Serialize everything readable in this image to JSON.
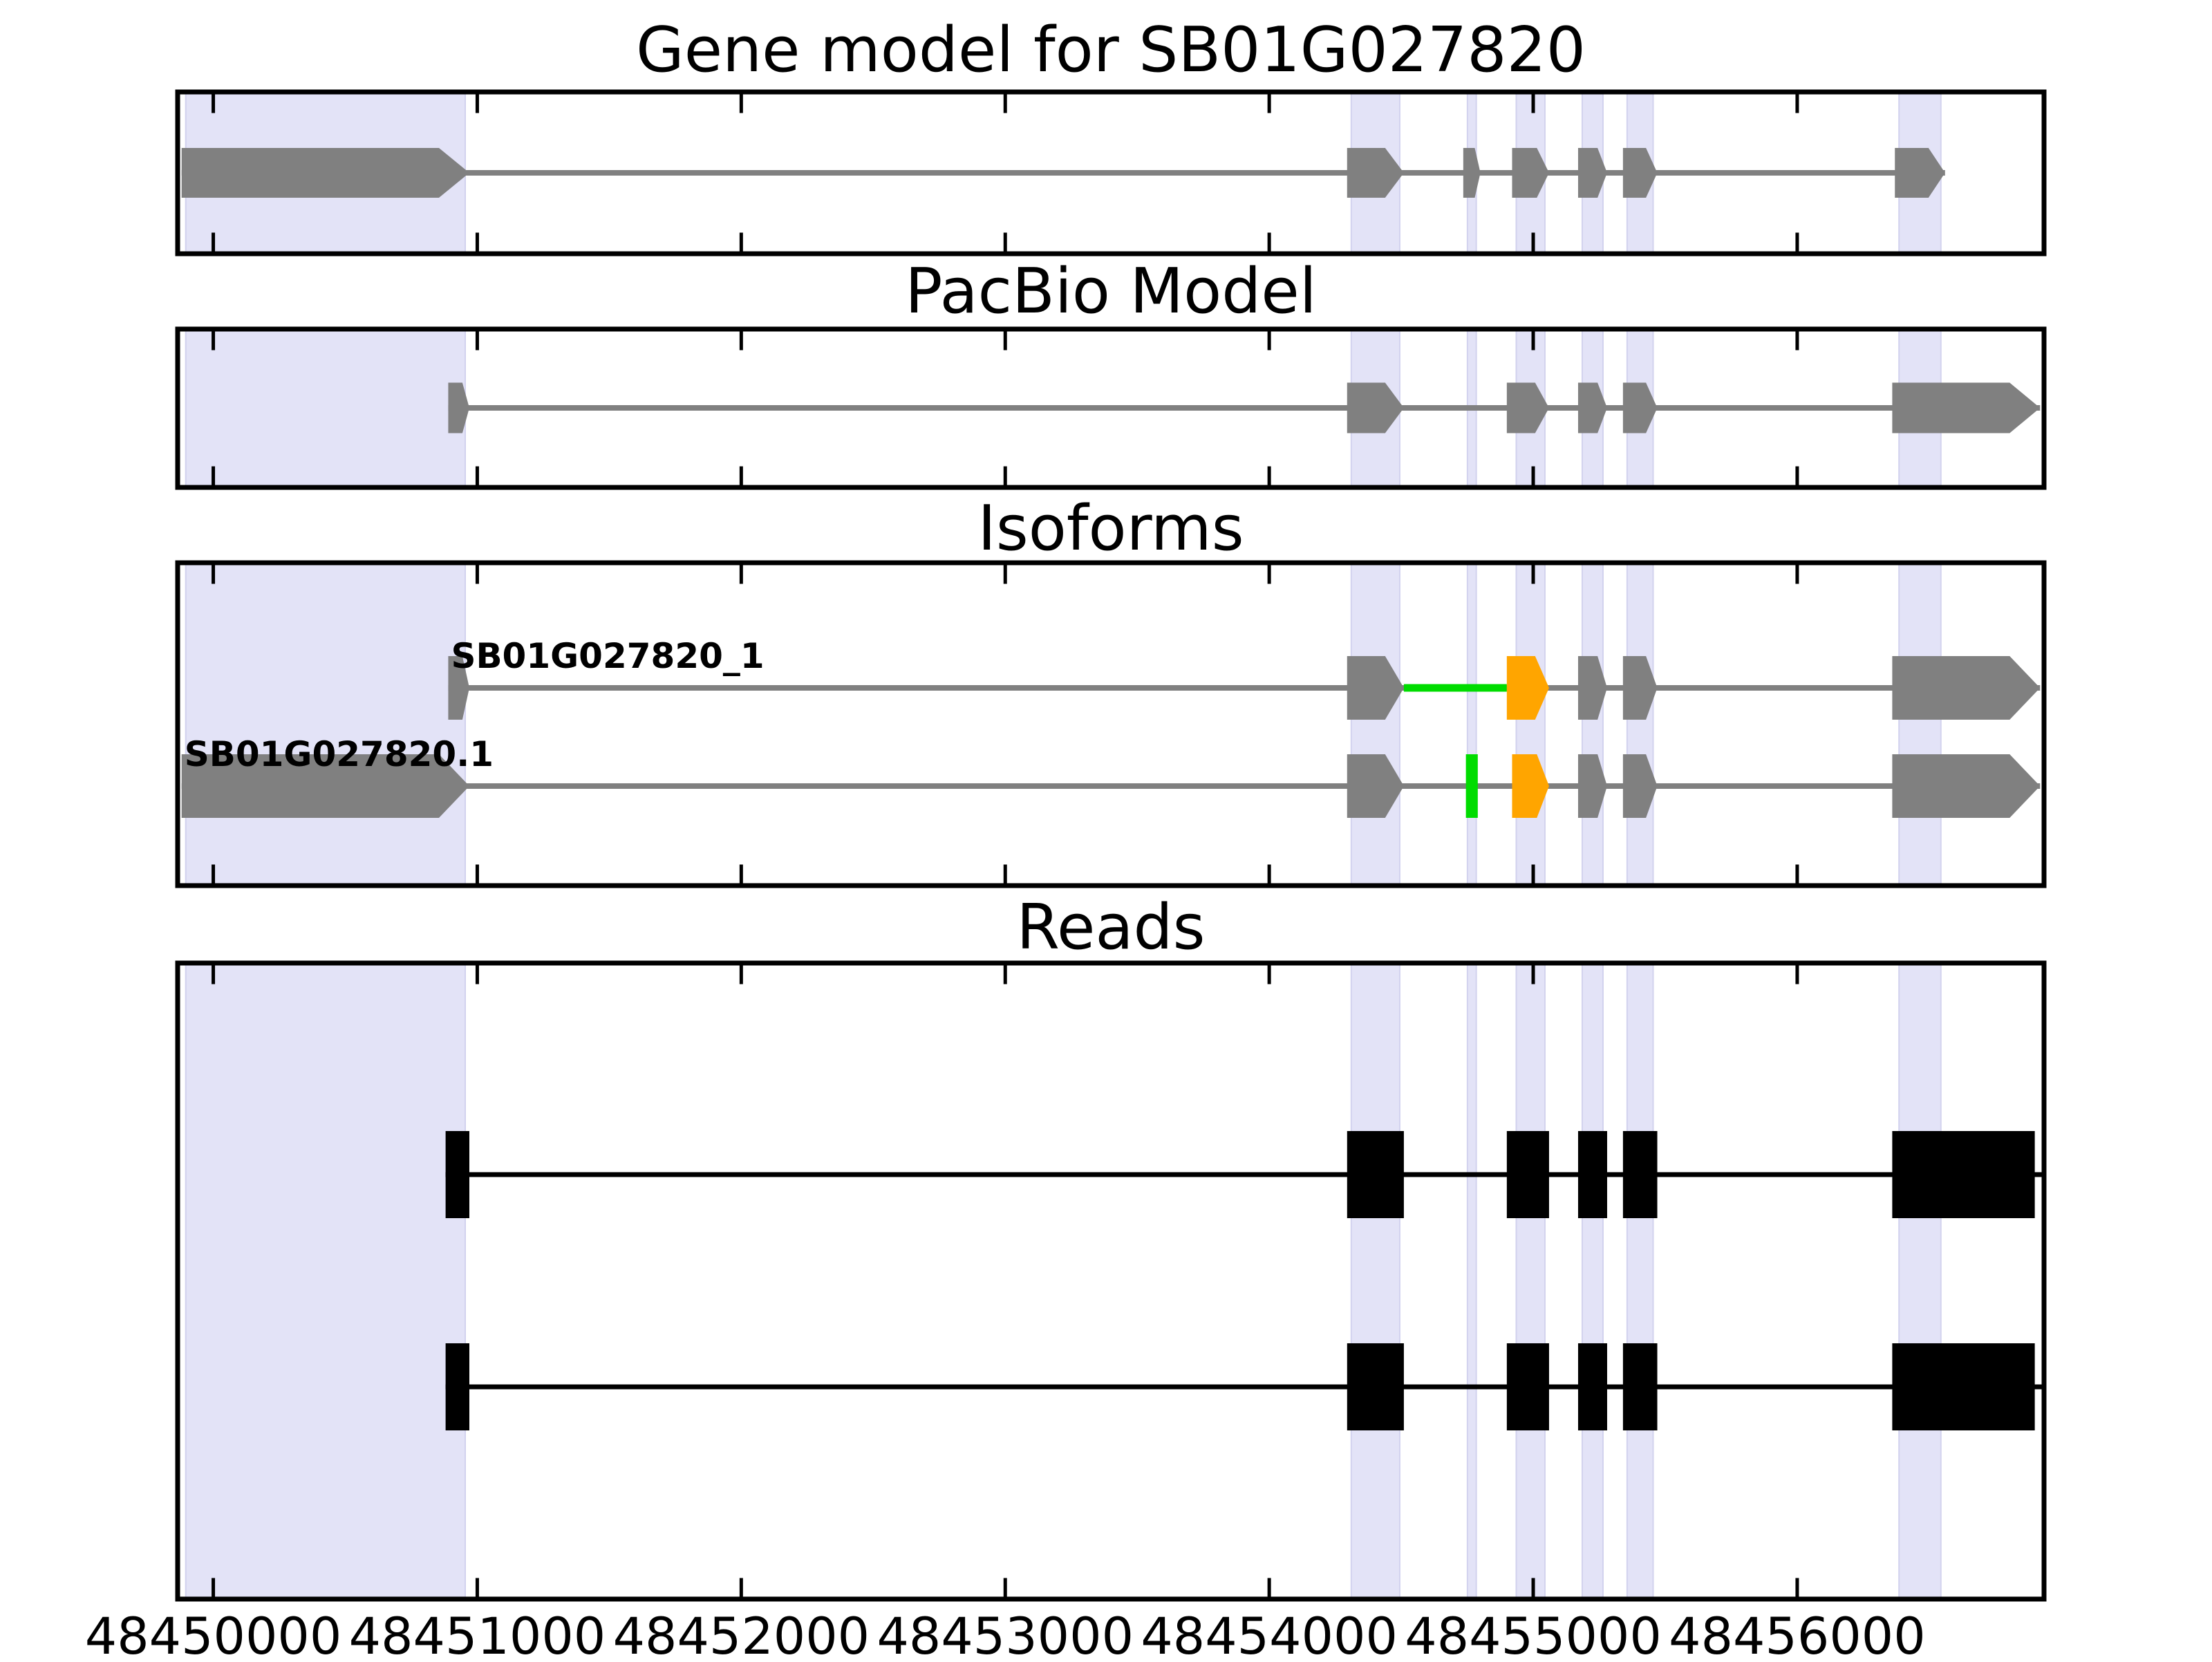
{
  "chart_data": {
    "type": "gene-model-tracks",
    "gene_id": "SB01G027820",
    "x_axis": {
      "tick_values": [
        48450000,
        48451000,
        48452000,
        48453000,
        48454000,
        48455000,
        48456000
      ],
      "tick_labels": [
        "48450000",
        "48451000",
        "48452000",
        "48453000",
        "48454000",
        "48455000",
        "48456000"
      ],
      "view_min": 48449865,
      "view_max": 48456935,
      "grid": false
    },
    "colors": {
      "exon_gray": "#808080",
      "isoform_orange": "#FFA500",
      "diff_green": "#00DC00",
      "read_black": "#000000",
      "highlight_band": "#E3E3F7",
      "highlight_band_edge": "#D2D2EE",
      "border_black": "#000000"
    },
    "highlight_regions": [
      {
        "start": 48449880,
        "end": 48450970
      },
      {
        "start": 48454295,
        "end": 48454510
      },
      {
        "start": 48454735,
        "end": 48454800
      },
      {
        "start": 48454920,
        "end": 48455060
      },
      {
        "start": 48455170,
        "end": 48455280
      },
      {
        "start": 48455340,
        "end": 48455470
      },
      {
        "start": 48456370,
        "end": 48456560
      }
    ],
    "panels": [
      {
        "title": "Gene model for SB01G027820",
        "rows": [
          {
            "label": null,
            "color": "gray",
            "tail_line": false,
            "segments": [],
            "features": [
              {
                "start": 48449880,
                "end": 48450970,
                "shape": "arrow",
                "color": "gray"
              },
              {
                "start": 48454295,
                "end": 48454510,
                "shape": "arrow",
                "color": "gray"
              },
              {
                "start": 48454735,
                "end": 48454800,
                "shape": "arrow",
                "color": "gray"
              },
              {
                "start": 48454920,
                "end": 48455060,
                "shape": "arrow",
                "color": "gray"
              },
              {
                "start": 48455170,
                "end": 48455280,
                "shape": "arrow",
                "color": "gray"
              },
              {
                "start": 48455340,
                "end": 48455470,
                "shape": "arrow",
                "color": "gray"
              },
              {
                "start": 48456370,
                "end": 48456560,
                "shape": "arrow",
                "color": "gray"
              }
            ]
          }
        ]
      },
      {
        "title": "PacBio Model",
        "rows": [
          {
            "label": null,
            "color": "gray",
            "tail_line": false,
            "segments": [],
            "features": [
              {
                "start": 48450890,
                "end": 48450970,
                "shape": "arrow",
                "color": "gray"
              },
              {
                "start": 48454295,
                "end": 48454510,
                "shape": "arrow",
                "color": "gray"
              },
              {
                "start": 48454900,
                "end": 48455060,
                "shape": "arrow",
                "color": "gray"
              },
              {
                "start": 48455170,
                "end": 48455280,
                "shape": "arrow",
                "color": "gray"
              },
              {
                "start": 48455340,
                "end": 48455470,
                "shape": "arrow",
                "color": "gray"
              },
              {
                "start": 48456360,
                "end": 48456920,
                "shape": "arrow",
                "color": "gray"
              }
            ]
          }
        ]
      },
      {
        "title": "Isoforms",
        "rows": [
          {
            "label": "SB01G027820_1",
            "color": "gray",
            "tail_line": false,
            "segments": [
              {
                "start": 48454510,
                "end": 48454900,
                "color": "green"
              }
            ],
            "features": [
              {
                "start": 48450890,
                "end": 48450970,
                "shape": "arrow",
                "color": "gray"
              },
              {
                "start": 48454295,
                "end": 48454510,
                "shape": "arrow",
                "color": "gray"
              },
              {
                "start": 48454900,
                "end": 48455060,
                "shape": "arrow",
                "color": "orange"
              },
              {
                "start": 48455170,
                "end": 48455280,
                "shape": "arrow",
                "color": "gray"
              },
              {
                "start": 48455340,
                "end": 48455470,
                "shape": "arrow",
                "color": "gray"
              },
              {
                "start": 48456360,
                "end": 48456920,
                "shape": "arrow",
                "color": "gray"
              }
            ]
          },
          {
            "label": "SB01G027820.1",
            "color": "gray",
            "tail_line": false,
            "segments": [],
            "features": [
              {
                "start": 48449880,
                "end": 48450970,
                "shape": "arrow",
                "color": "gray"
              },
              {
                "start": 48454295,
                "end": 48454510,
                "shape": "arrow",
                "color": "gray"
              },
              {
                "start": 48454745,
                "end": 48454790,
                "shape": "rect",
                "color": "green"
              },
              {
                "start": 48454920,
                "end": 48455060,
                "shape": "arrow",
                "color": "orange"
              },
              {
                "start": 48455170,
                "end": 48455280,
                "shape": "arrow",
                "color": "gray"
              },
              {
                "start": 48455340,
                "end": 48455470,
                "shape": "arrow",
                "color": "gray"
              },
              {
                "start": 48456360,
                "end": 48456920,
                "shape": "arrow",
                "color": "gray"
              }
            ]
          }
        ]
      },
      {
        "title": "Reads",
        "rows": [
          {
            "label": null,
            "color": "black",
            "tail_line": true,
            "segments": [],
            "features": [
              {
                "start": 48450880,
                "end": 48450970,
                "shape": "rect",
                "color": "black"
              },
              {
                "start": 48454295,
                "end": 48454510,
                "shape": "rect",
                "color": "black"
              },
              {
                "start": 48454900,
                "end": 48455060,
                "shape": "rect",
                "color": "black"
              },
              {
                "start": 48455170,
                "end": 48455280,
                "shape": "rect",
                "color": "black"
              },
              {
                "start": 48455340,
                "end": 48455470,
                "shape": "rect",
                "color": "black"
              },
              {
                "start": 48456360,
                "end": 48456900,
                "shape": "rect",
                "color": "black"
              }
            ]
          },
          {
            "label": null,
            "color": "black",
            "tail_line": true,
            "segments": [],
            "features": [
              {
                "start": 48450880,
                "end": 48450970,
                "shape": "rect",
                "color": "black"
              },
              {
                "start": 48454295,
                "end": 48454510,
                "shape": "rect",
                "color": "black"
              },
              {
                "start": 48454900,
                "end": 48455060,
                "shape": "rect",
                "color": "black"
              },
              {
                "start": 48455170,
                "end": 48455280,
                "shape": "rect",
                "color": "black"
              },
              {
                "start": 48455340,
                "end": 48455470,
                "shape": "rect",
                "color": "black"
              },
              {
                "start": 48456360,
                "end": 48456900,
                "shape": "rect",
                "color": "black"
              }
            ]
          }
        ]
      }
    ]
  }
}
